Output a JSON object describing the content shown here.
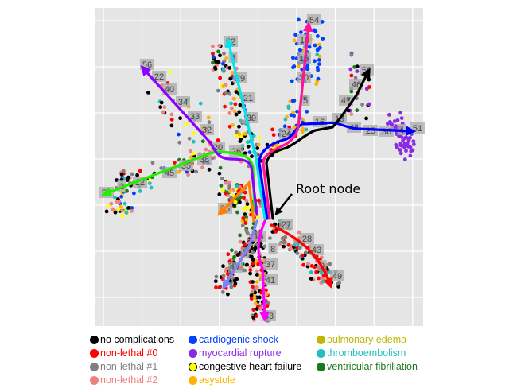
{
  "chart_data": {
    "type": "scatter",
    "title": "",
    "xlabel": "",
    "ylabel": "",
    "grid": true,
    "annotation": "Root node",
    "legend_position": "bottom",
    "legend": [
      {
        "label": "no complications",
        "color": "#000000"
      },
      {
        "label": "non-lethal #0",
        "color": "#ff0000"
      },
      {
        "label": "non-lethal #1",
        "color": "#808080"
      },
      {
        "label": "non-lethal #2",
        "color": "#f08080"
      },
      {
        "label": "cardiogenic shock",
        "color": "#0040ff"
      },
      {
        "label": "myocardial rupture",
        "color": "#8a2be2"
      },
      {
        "label": "congestive heart failure",
        "color": "#ffff00"
      },
      {
        "label": "asystole",
        "color": "#ffb300"
      },
      {
        "label": "pulmonary edema",
        "color": "#bdb800"
      },
      {
        "label": "thromboembolism",
        "color": "#20c0c0"
      },
      {
        "label": "ventricular fibrillation",
        "color": "#1a7a1a"
      }
    ],
    "branches": [
      {
        "end_node": "56",
        "color": "#8b00ff"
      },
      {
        "end_node": "50",
        "color": "#22ee00"
      },
      {
        "end_node": "52",
        "color": "#00e5ee"
      },
      {
        "end_node": "54",
        "color": "#ff1493"
      },
      {
        "end_node": "51",
        "color": "#0000ff"
      },
      {
        "end_node": "58",
        "color": "#000000"
      },
      {
        "end_node": "55",
        "color": "#ff8000"
      },
      {
        "end_node": "57",
        "color": "#8080ff"
      },
      {
        "end_node": "53",
        "color": "#ff00ff"
      },
      {
        "end_node": "49",
        "color": "#ff0000"
      }
    ],
    "node_labels": [
      "54",
      "10",
      "15",
      "30",
      "5",
      "52",
      "6",
      "29",
      "21",
      "39",
      "56",
      "22",
      "40",
      "34",
      "33",
      "32",
      "20",
      "26",
      "38",
      "35",
      "45",
      "12",
      "2",
      "50",
      "58",
      "46",
      "47",
      "16",
      "19",
      "48",
      "25",
      "36",
      "4",
      "51",
      "55",
      "18",
      "8",
      "37",
      "43",
      "41",
      "9",
      "49",
      "53",
      "3",
      "17",
      "27",
      "28",
      "24"
    ]
  }
}
